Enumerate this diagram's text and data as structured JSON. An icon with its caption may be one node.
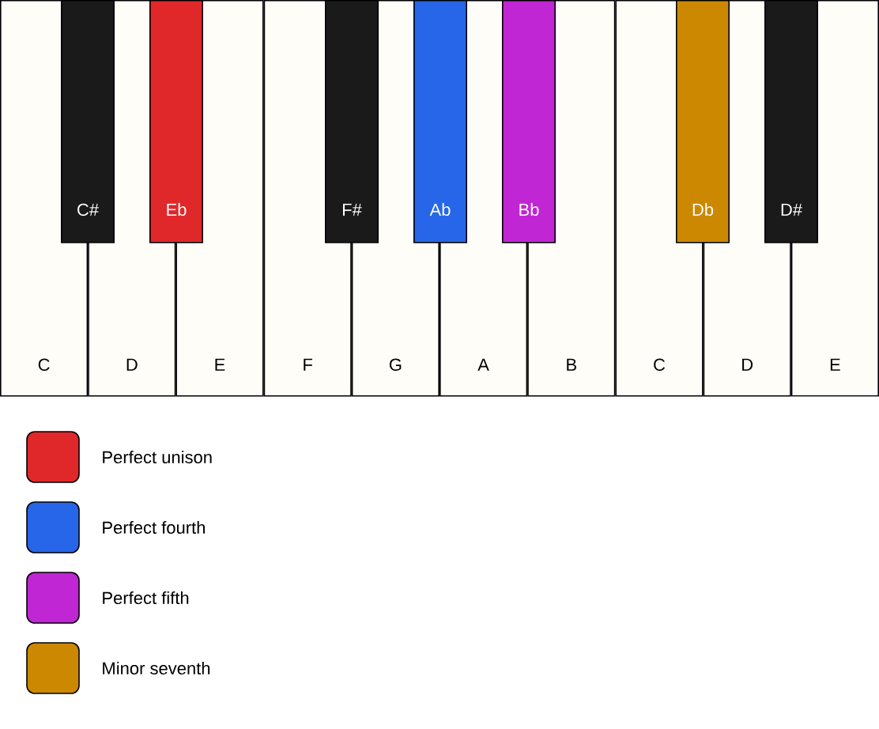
{
  "diagram": {
    "nodes": [
      {
        "text": [
          "C#"
        ]
      },
      {
        "text": [
          "Eb"
        ]
      },
      {
        "text": [
          "F#"
        ]
      },
      {
        "text": [
          "Ab"
        ]
      },
      {
        "text": [
          "Bb"
        ]
      },
      {
        "text": [
          "Db"
        ]
      },
      {
        "text": [
          "D#"
        ]
      },
      {
        "text": [
          "C"
        ]
      },
      {
        "text": [
          "D"
        ]
      },
      {
        "text": [
          "E"
        ]
      },
      {
        "text": [
          "F"
        ]
      },
      {
        "text": [
          "G"
        ]
      },
      {
        "text": [
          "A"
        ]
      },
      {
        "text": [
          "B"
        ]
      },
      {
        "text": [
          "C"
        ]
      },
      {
        "text": [
          "D"
        ]
      },
      {
        "text": [
          "E"
        ]
      }
    ],
    "edges": [],
    "legend": [
      {
        "text": "Perfect unison",
        "color": "#e0282a"
      },
      {
        "text": "Perfect fourth",
        "color": "#2766e8"
      },
      {
        "text": "Perfect fifth",
        "color": "#c026d3"
      },
      {
        "text": "Minor seventh",
        "color": "#cc8800"
      }
    ]
  }
}
